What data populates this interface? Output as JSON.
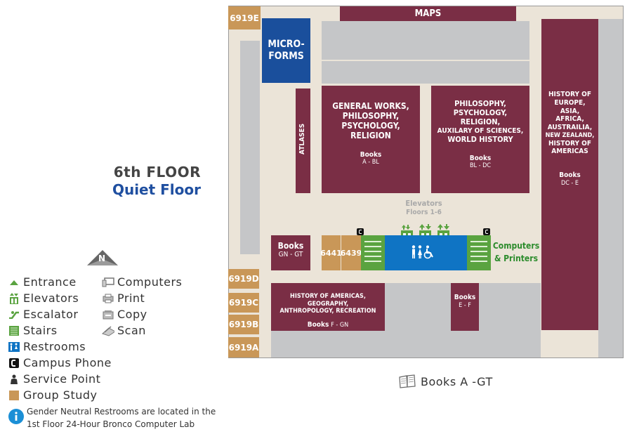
{
  "floor": {
    "title": "6th FLOOR",
    "subtitle": "Quiet Floor"
  },
  "rooms": {
    "r6919e": "6919E",
    "r6919d": "6919D",
    "r6919c": "6919C",
    "r6919b": "6919B",
    "r6919a": "6919A",
    "r6441": "6441",
    "r6439": "6439",
    "maps": "MAPS",
    "microforms_1": "MICRO-",
    "microforms_2": "FORMS",
    "atlases": "ATLASES"
  },
  "sections": {
    "a_bl": {
      "title": [
        "GENERAL WORKS,",
        "PHILOSOPHY,",
        "PSYCHOLOGY,",
        "RELIGION"
      ],
      "books": "Books",
      "range": "A - BL"
    },
    "bl_dc": {
      "title": [
        "PHILOSOPHY,",
        "PSYCHOLOGY,",
        "RELIGION,",
        "AUXILARY OF SCIENCES,",
        "WORLD HISTORY"
      ],
      "books": "Books",
      "range": "BL - DC"
    },
    "dc_e": {
      "title": [
        "HISTORY OF",
        "EUROPE,",
        "ASIA,",
        "AFRICA,",
        "AUSTRAILIA,",
        "NEW ZEALAND,",
        "HISTORY OF",
        "AMERICAS"
      ],
      "books": "Books",
      "range": "DC - E"
    },
    "gn_gt": {
      "books": "Books",
      "range": "GN - GT"
    },
    "f_gn": {
      "title": [
        "HISTORY OF AMERICAS, GEOGRAPHY,",
        "ANTHROPOLOGY, RECREATION"
      ],
      "books": "Books",
      "range": "F - GN"
    },
    "e_f": {
      "books": "Books",
      "range": "E - F"
    }
  },
  "elevators": {
    "label": "Elevators",
    "floors": "Floors 1-6"
  },
  "computers": {
    "line1": "Computers",
    "line2": "& Printers"
  },
  "books_range": "Books A -GT",
  "legend": {
    "entrance": "Entrance",
    "elevators": "Elevators",
    "escalator": "Escalator",
    "stairs": "Stairs",
    "restrooms": "Restrooms",
    "campus_phone": "Campus Phone",
    "service_point": "Service Point",
    "group_study": "Group Study",
    "computers": "Computers",
    "print": "Print",
    "copy": "Copy",
    "scan": "Scan",
    "note_line1": "Gender Neutral Restrooms are located in the",
    "note_line2": "1st Floor 24-Hour Bronco Computer Lab",
    "north": "N"
  },
  "colors": {
    "maroon": "#7a2e45",
    "floor": "#ebe4d8",
    "gray": "#c5c6c8",
    "blue": "#1a4f9c",
    "restroom_blue": "#0f74c4",
    "green": "#5aa340",
    "study": "#c99758",
    "title_blue": "#1f4fa0"
  }
}
